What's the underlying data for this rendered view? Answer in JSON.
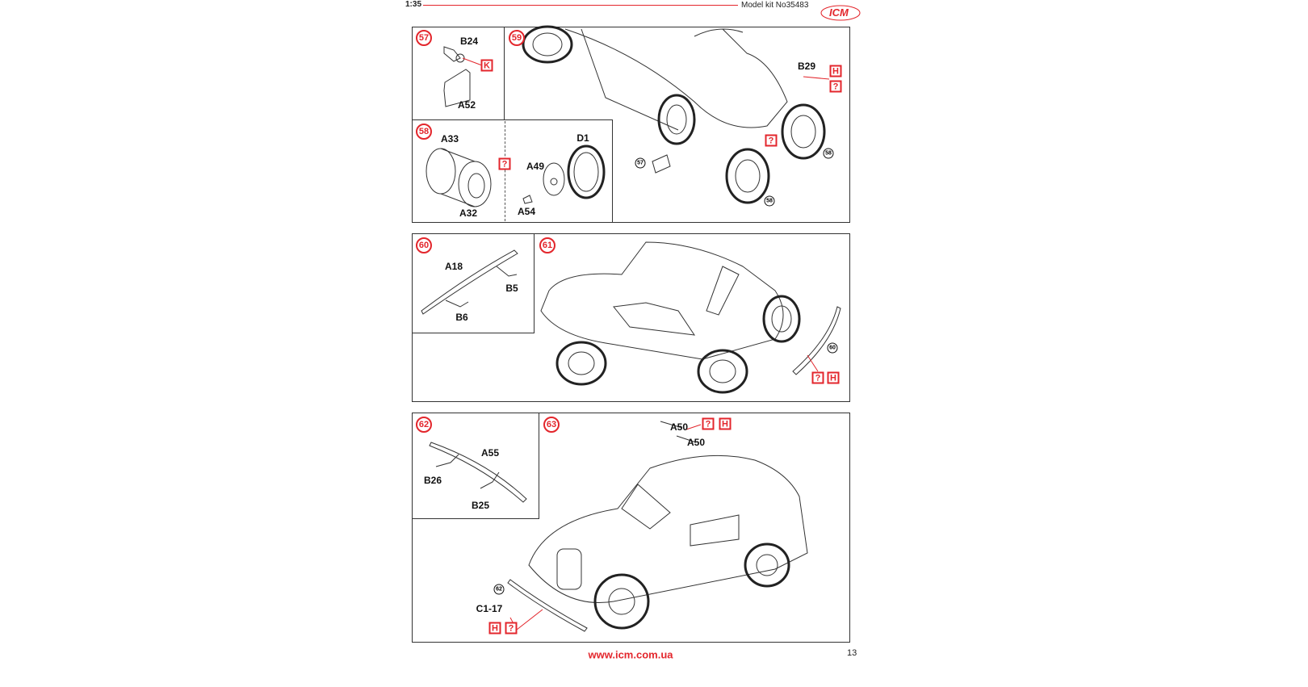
{
  "header": {
    "scale": "1:35",
    "kit": "Model kit No35483",
    "logo": "ICM"
  },
  "footer": {
    "url": "www.icm.com.ua",
    "page": "13"
  },
  "steps": {
    "s57": {
      "num": "57",
      "b24": "B24",
      "k": "K",
      "a52": "A52"
    },
    "s58": {
      "num": "58",
      "a33": "A33",
      "a32": "A32",
      "q": "?",
      "a49": "A49",
      "d1": "D1",
      "a54": "A54"
    },
    "s59": {
      "num": "59",
      "b29": "B29",
      "h": "H",
      "q1": "?",
      "q2": "?",
      "ref58a": "58",
      "ref57": "57",
      "ref58b": "58"
    },
    "s60": {
      "num": "60",
      "a18": "A18",
      "b5": "B5",
      "b6": "B6"
    },
    "s61": {
      "num": "61",
      "ref60": "60",
      "q": "?",
      "h": "H"
    },
    "s62": {
      "num": "62",
      "a55": "A55",
      "b26": "B26",
      "b25": "B25"
    },
    "s63": {
      "num": "63",
      "a50a": "A50",
      "q": "?",
      "h1": "H",
      "a50b": "A50",
      "ref62": "62",
      "c117": "C1-17",
      "h2": "H",
      "q2": "?"
    }
  },
  "colors": {
    "accent": "#e3262c"
  }
}
